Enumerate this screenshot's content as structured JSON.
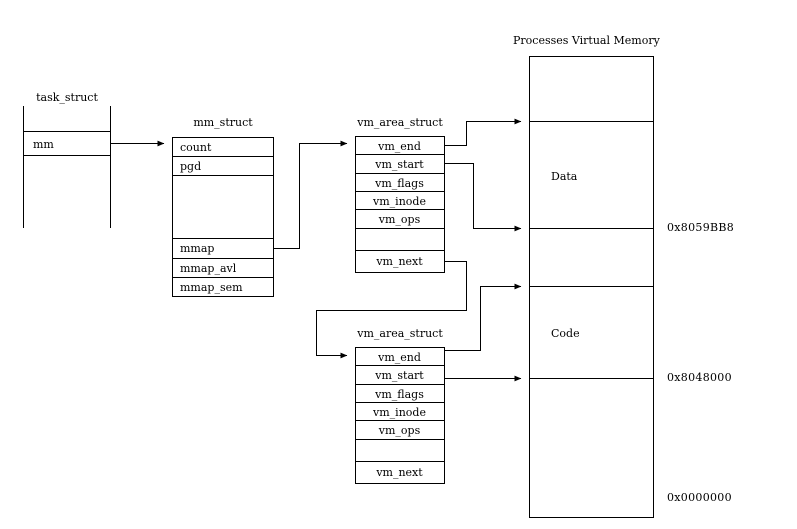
{
  "diagram": {
    "title": "Processes Virtual Memory",
    "structs": {
      "task_struct": {
        "title": "task_struct",
        "fields": [
          "mm"
        ]
      },
      "mm_struct": {
        "title": "mm_struct",
        "fields": [
          "count",
          "pgd",
          "",
          "mmap",
          "mmap_avl",
          "mmap_sem"
        ]
      },
      "vm_area_struct_1": {
        "title": "vm_area_struct",
        "fields": [
          "vm_end",
          "vm_start",
          "vm_flags",
          "vm_inode",
          "vm_ops",
          "",
          "vm_next"
        ]
      },
      "vm_area_struct_2": {
        "title": "vm_area_struct",
        "fields": [
          "vm_end",
          "vm_start",
          "vm_flags",
          "vm_inode",
          "vm_ops",
          "",
          "vm_next"
        ]
      }
    },
    "memory": {
      "regions": [
        "",
        "Data",
        "",
        "Code",
        ""
      ],
      "data_label": "Data",
      "code_label": "Code",
      "addresses": [
        "0x8059BB8",
        "0x8048000",
        "0x0000000"
      ],
      "addr_data_end": "0x8059BB8",
      "addr_code_end": "0x8048000",
      "addr_base": "0x0000000"
    },
    "colors": {
      "line": "#000000",
      "background": "#ffffff",
      "text": "#000000"
    }
  }
}
